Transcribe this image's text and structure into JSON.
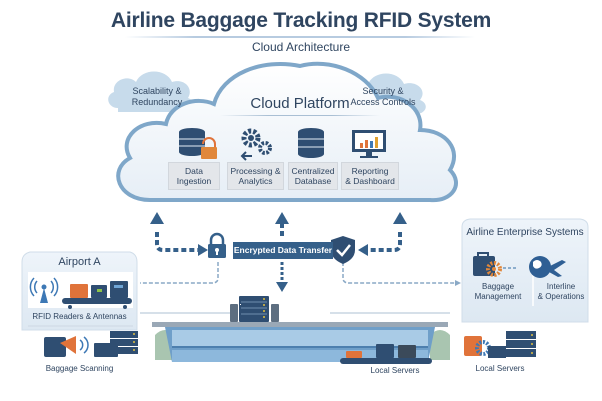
{
  "header": {
    "title": "Airline Baggage Tracking RFID System",
    "subtitle": "Cloud Architecture"
  },
  "cloud": {
    "title": "Cloud Platform",
    "side_clouds": [
      {
        "label_line1": "Scalability &",
        "label_line2": "Redundancy"
      },
      {
        "label_line1": "Security &",
        "label_line2": "Access Controls"
      }
    ],
    "services": [
      {
        "icon": "database-lock-icon",
        "line1": "Data",
        "line2": "Ingestion"
      },
      {
        "icon": "gears-icon",
        "line1": "Processing &",
        "line2": "Analytics"
      },
      {
        "icon": "database-icon",
        "line1": "Centralized",
        "line2": "Database"
      },
      {
        "icon": "monitor-chart-icon",
        "line1": "Reporting",
        "line2": "& Dashboard"
      }
    ]
  },
  "transfer": {
    "label": "Encrypted Data Transfer",
    "left_icon": "padlock-icon",
    "right_icon": "shield-check-icon"
  },
  "airport": {
    "title": "Airport A",
    "rfid_label": "RFID Readers & Antennas",
    "scanning_label": "Baggage Scanning"
  },
  "terminal": {
    "local_servers_label": "Local Servers"
  },
  "enterprise": {
    "title": "Airline Enterprise Systems",
    "items": [
      {
        "icon": "briefcase-gear-icon",
        "line1": "Baggage",
        "line2": "Management"
      },
      {
        "icon": "globe-plane-icon",
        "line1": "Interline",
        "line2": "& Operations"
      }
    ],
    "local_servers_label": "Local Servers"
  },
  "colors": {
    "navy": "#2f4560",
    "accent_blue": "#35608a",
    "cloud_outline": "#7fa7c9",
    "orange": "#e0733a",
    "light_panel": "#e8f0f8"
  }
}
